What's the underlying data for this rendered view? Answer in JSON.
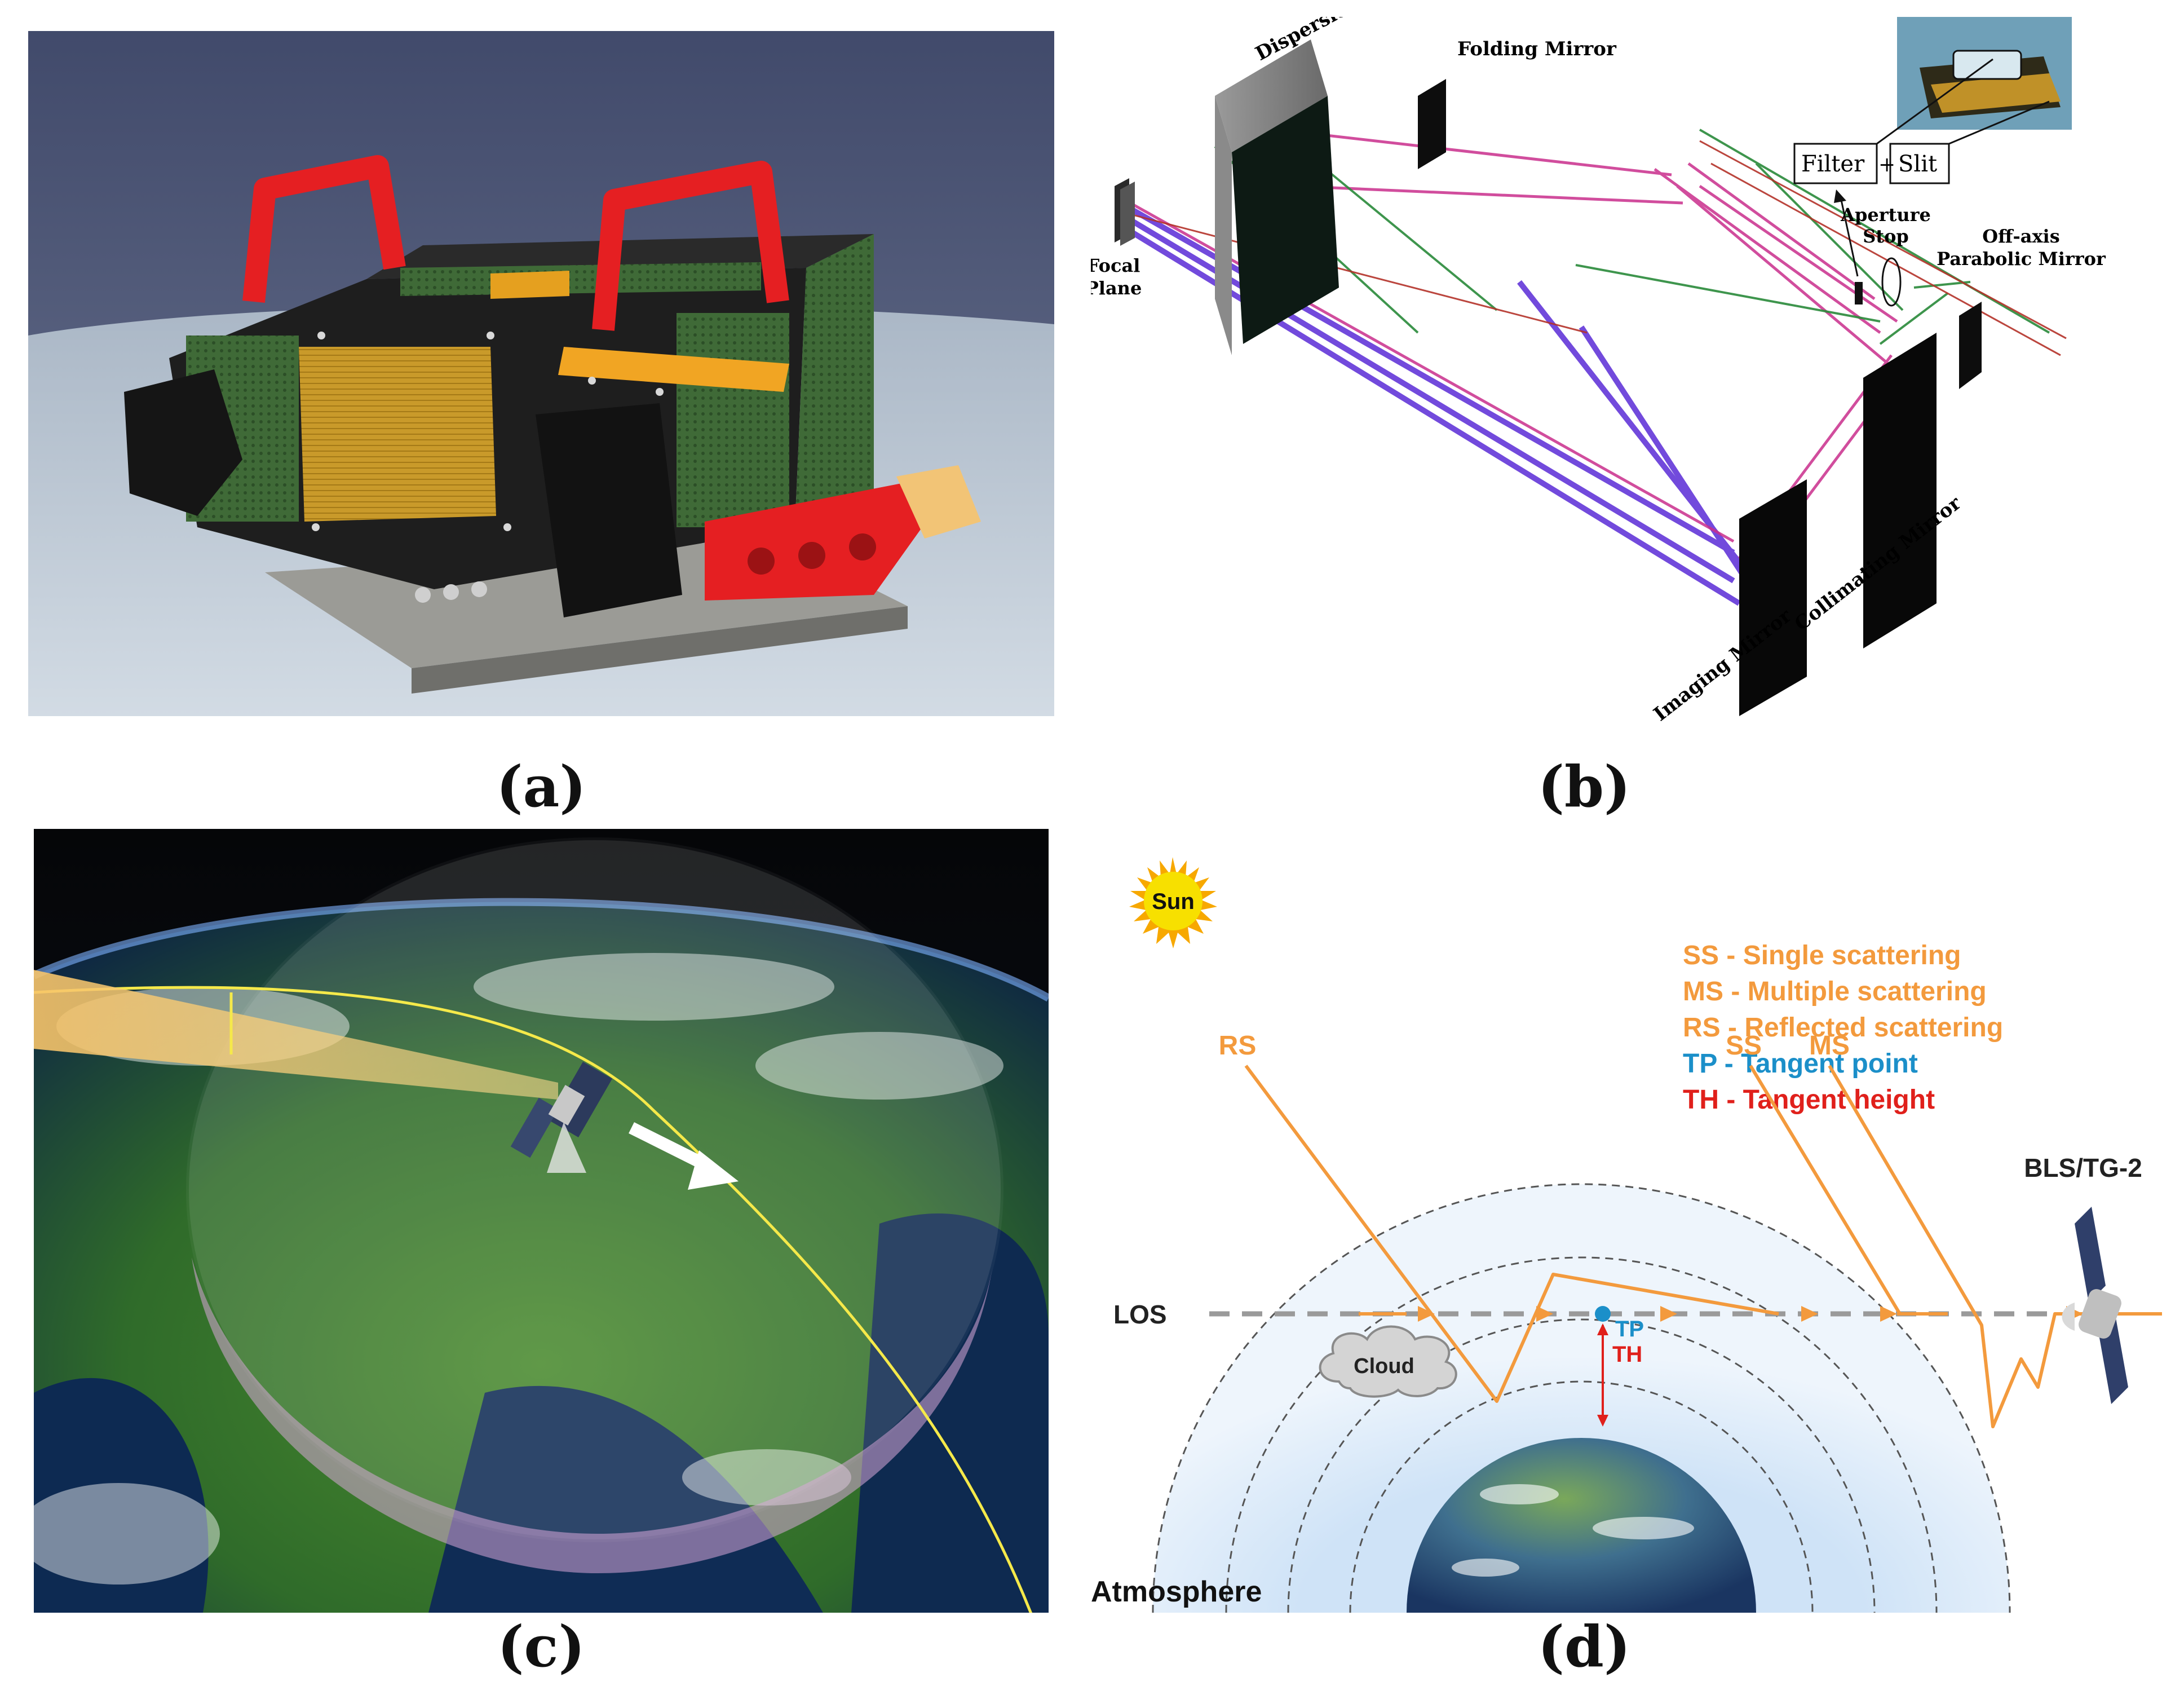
{
  "captions": {
    "a": "(a)",
    "b": "(b)",
    "c": "(c)",
    "d": "(d)"
  },
  "optics": {
    "dispersion_prism": "Dispersion Prism",
    "folding_mirror": "Folding Mirror",
    "filter": "Filter",
    "plus": "+",
    "slit": "Slit",
    "aperture_line1": "Aperture",
    "aperture_line2": "Stop",
    "offaxis_line1": "Off-axis",
    "offaxis_line2": "Parabolic Mirror",
    "focal_line1": "Focal",
    "focal_line2": "Plane",
    "collimating_mirror": "Collimating Mirror",
    "imaging_mirror": "Imaging Mirror"
  },
  "scattering": {
    "sun": "Sun",
    "legend": [
      {
        "text": "SS - Single scattering",
        "color": "#f39a3d"
      },
      {
        "text": "MS - Multiple scattering",
        "color": "#f39a3d"
      },
      {
        "text": "RS - Reflected scattering",
        "color": "#f39a3d"
      },
      {
        "text": "TP - Tangent point",
        "color": "#1b8fc9"
      },
      {
        "text": "TH - Tangent height",
        "color": "#e0201b"
      }
    ],
    "rs": "RS",
    "ss": "SS",
    "ms": "MS",
    "los": "LOS",
    "tp": "TP",
    "th": "TH",
    "cloud": "Cloud",
    "instrument": "BLS/TG-2",
    "atmosphere": "Atmosphere"
  },
  "colors": {
    "ray_orange": "#f39a3d",
    "tangent_blue": "#1b8fc9",
    "tangent_red": "#e0201b",
    "grip_red": "#e51f22"
  }
}
